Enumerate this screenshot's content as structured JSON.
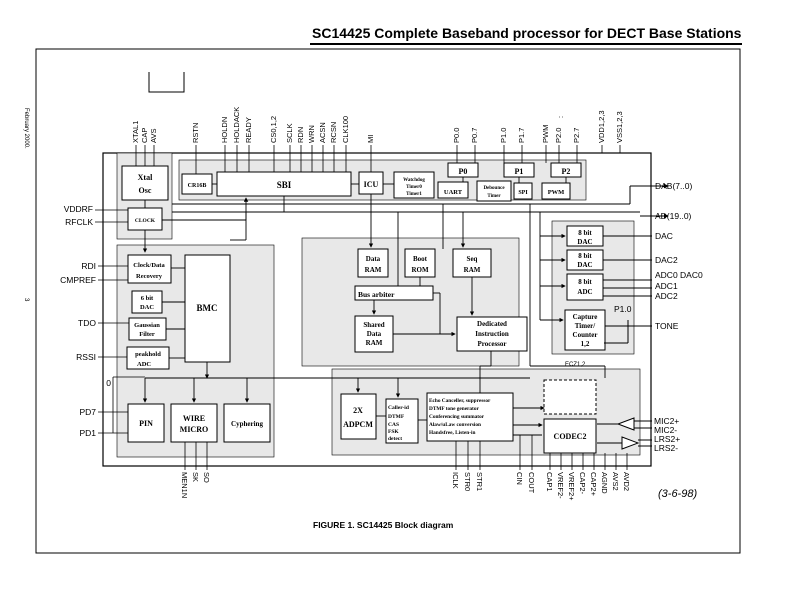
{
  "header": {
    "title": "SC14425 Complete Baseband processor for DECT Base Stations",
    "side_date": "February 2000.",
    "page_number": "3"
  },
  "figure": {
    "caption": "FIGURE 1.  SC14425 Block diagram",
    "date_stamp": "(3-6-98)"
  },
  "blocks": {
    "xtal_osc": "Xtal Osc",
    "clock": "CLOCK",
    "cr16b": "CR16B",
    "sbi": "SBI",
    "icu": "ICU",
    "watchdog": "Watchdog Timer0 Timer1",
    "p0": "P0",
    "p1": "P1",
    "p2": "P2",
    "uart": "UART",
    "debounce": "Debounce Timer",
    "spi": "SPI",
    "pwm": "PWM",
    "dac8_1": "8 bit DAC",
    "dac8_2": "8 bit DAC",
    "adc8": "8 bit ADC",
    "capture": "Capture Timer/ Counter 1,2",
    "clock_data_recovery": "Clock/Data Recovery",
    "dac6": "6 bit DAC",
    "gaussian": "Gaussian Filter",
    "peakhold": "peakhold ADC",
    "bmc": "BMC",
    "data_ram": "Data RAM",
    "boot_rom": "Boot ROM",
    "seq_ram": "Seq RAM",
    "bus_arbiter": "Bus arbiter",
    "shared_ram": "Shared Data RAM",
    "dip": "Dedicated Instruction Processor",
    "pin": "PIN",
    "wire_micro": "WIRE MICRO",
    "cyphering": "Cyphering",
    "adpcm": "2X ADPCM",
    "caller_id": "Caller-id DTMF CAS FSK detect",
    "echo": "Echo Canceller, suppressor DTMF tone generator Conferencing summator Alaw/uLaw conversion Handsfree, Listen-in",
    "codec2": "CODEC2",
    "ecz": "ECZ1,2"
  },
  "pins": {
    "top": [
      "AVS",
      "CAP",
      "XTAL1",
      "RSTN",
      "READY",
      "HOLDACK",
      "HOLDN",
      "CS0,1,2",
      "SCLK",
      "RDN",
      "WRN",
      "ACSN",
      "RCSN",
      "CLK100",
      "MI",
      "P0.0",
      "P0.7",
      "P1.0",
      "P1.7",
      "PWM",
      "P2.0",
      "P2.7",
      "VDD1,2,3",
      "VSS1,2,3",
      ":"
    ],
    "left": [
      "VDDRF",
      "RFCLK",
      "RDI",
      "CMPREF",
      "TDO",
      "RSSI",
      "PD7",
      "PD1",
      "0"
    ],
    "right": [
      "DAB(7..0)",
      "AD(19..0)",
      "DAC",
      "DAC2",
      "ADC0 DAC0",
      "ADC1",
      "ADC2",
      "P1.0",
      "TONE",
      "MIC2+",
      "MIC2-",
      "LRS2+",
      "LRS2-"
    ],
    "bottom": [
      "MEN1N",
      "SK",
      "SO",
      "ICLK",
      "STR0",
      "STR1",
      "CIN",
      "COUT",
      "CAP1",
      "VREF2-",
      "VREF2+",
      "CAP2-",
      "CAP2+",
      "AGND",
      "AVS2",
      "AVD2"
    ]
  }
}
